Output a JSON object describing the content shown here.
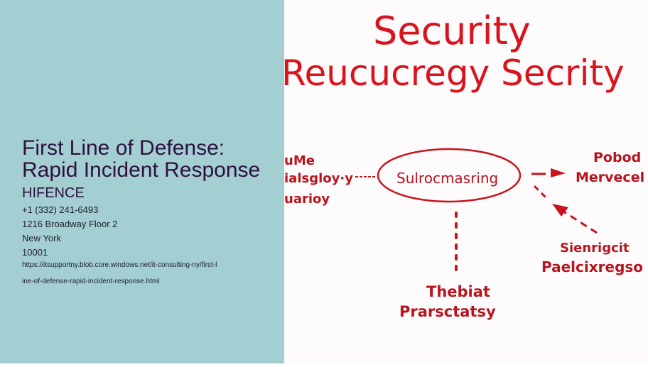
{
  "page": {
    "title_line1": "First Line of Defense:",
    "title_line2": "Rapid Incident Response",
    "company": "HIFENCE",
    "phone": "+1 (332) 241-6493",
    "address": "1216 Broadway Floor 2",
    "city": "New York",
    "zip": "10001",
    "url_line1": "https://itsupportny.blob.core.windows.net/it-consulting-ny/first-l",
    "url_line2": "ine-of-defense-rapid-incident-response.html"
  },
  "illustration": {
    "heading1": "Security",
    "heading2": "Reucucregy Secrity",
    "center": "Sulrocmasring",
    "left1": "uMe",
    "left2": "ialsgloy·y",
    "left3": "uarioy",
    "right1": "Pobod",
    "right2": "Mervecel",
    "bottom_right1": "Sienrigcit",
    "bottom_right2": "Paelcixregso",
    "bottom1": "Thebiat",
    "bottom2": "Prarsctatsy",
    "colors": {
      "accent": "#d8141e",
      "panel": "#a3cfd2",
      "title": "#2e1040"
    }
  }
}
